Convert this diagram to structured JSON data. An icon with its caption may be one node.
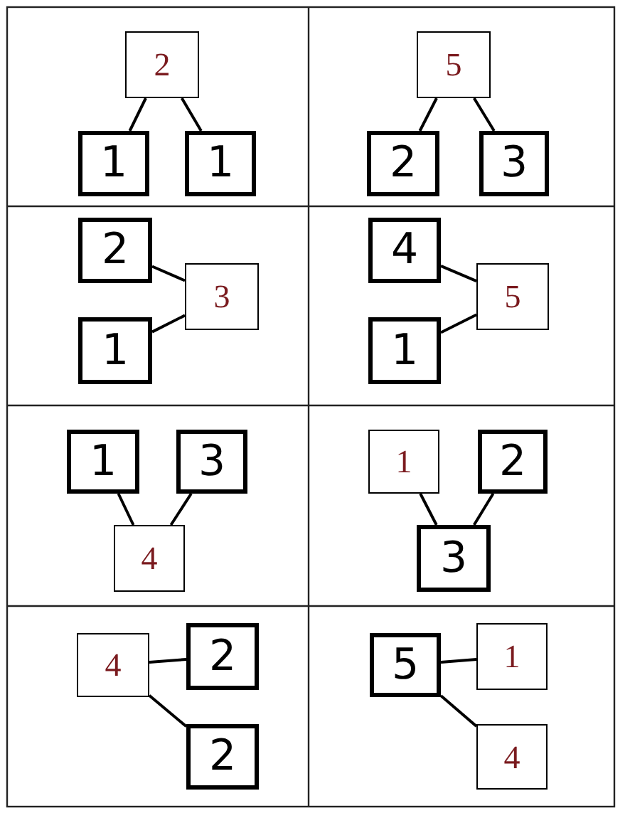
{
  "diagram": {
    "nodes": [
      {
        "text": [
          "2"
        ]
      },
      {
        "text": [
          "1"
        ]
      },
      {
        "text": [
          "1"
        ]
      },
      {
        "text": [
          "5"
        ]
      },
      {
        "text": [
          "2"
        ]
      },
      {
        "text": [
          "3"
        ]
      },
      {
        "text": [
          "2"
        ]
      },
      {
        "text": [
          "3"
        ]
      },
      {
        "text": [
          "1"
        ]
      },
      {
        "text": [
          "4"
        ]
      },
      {
        "text": [
          "5"
        ]
      },
      {
        "text": [
          "1"
        ]
      },
      {
        "text": [
          "1"
        ]
      },
      {
        "text": [
          "3"
        ]
      },
      {
        "text": [
          "4"
        ]
      },
      {
        "text": [
          "1"
        ]
      },
      {
        "text": [
          "2"
        ]
      },
      {
        "text": [
          "3"
        ]
      },
      {
        "text": [
          "4"
        ]
      },
      {
        "text": [
          "2"
        ]
      },
      {
        "text": [
          "2"
        ]
      },
      {
        "text": [
          "5"
        ]
      },
      {
        "text": [
          "1"
        ]
      },
      {
        "text": [
          "4"
        ]
      }
    ],
    "edges": [
      {
        "from": 0,
        "to": 1,
        "arrow": "none"
      },
      {
        "from": 0,
        "to": 2,
        "arrow": "none"
      },
      {
        "from": 3,
        "to": 4,
        "arrow": "none"
      },
      {
        "from": 3,
        "to": 5,
        "arrow": "none"
      },
      {
        "from": 7,
        "to": 6,
        "arrow": "none"
      },
      {
        "from": 7,
        "to": 8,
        "arrow": "none"
      },
      {
        "from": 10,
        "to": 9,
        "arrow": "none"
      },
      {
        "from": 10,
        "to": 11,
        "arrow": "none"
      },
      {
        "from": 14,
        "to": 12,
        "arrow": "none"
      },
      {
        "from": 14,
        "to": 13,
        "arrow": "none"
      },
      {
        "from": 17,
        "to": 15,
        "arrow": "none"
      },
      {
        "from": 17,
        "to": 16,
        "arrow": "none"
      },
      {
        "from": 18,
        "to": 19,
        "arrow": "none"
      },
      {
        "from": 18,
        "to": 20,
        "arrow": "none"
      },
      {
        "from": 21,
        "to": 22,
        "arrow": "none"
      },
      {
        "from": 21,
        "to": 23,
        "arrow": "none"
      }
    ]
  }
}
